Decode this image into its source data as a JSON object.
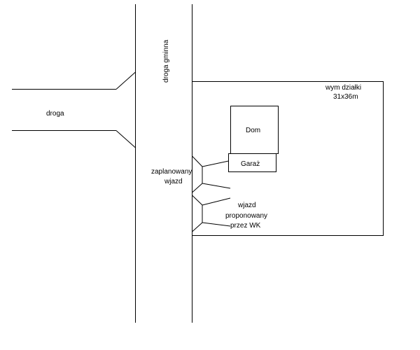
{
  "labels": {
    "road_main": "droga gminna",
    "road_side": "droga",
    "plot_dims_line1": "wym działki",
    "plot_dims_line2": "31x36m",
    "house": "Dom",
    "garage": "Garaż",
    "planned_entry_line1": "zaplanowany",
    "planned_entry_line2": "wjazd",
    "proposed_entry_line1": "wjazd",
    "proposed_entry_line2": "proponowany",
    "proposed_entry_line3": "przez WK"
  },
  "colors": {
    "stroke": "#000000",
    "background": "#ffffff"
  }
}
